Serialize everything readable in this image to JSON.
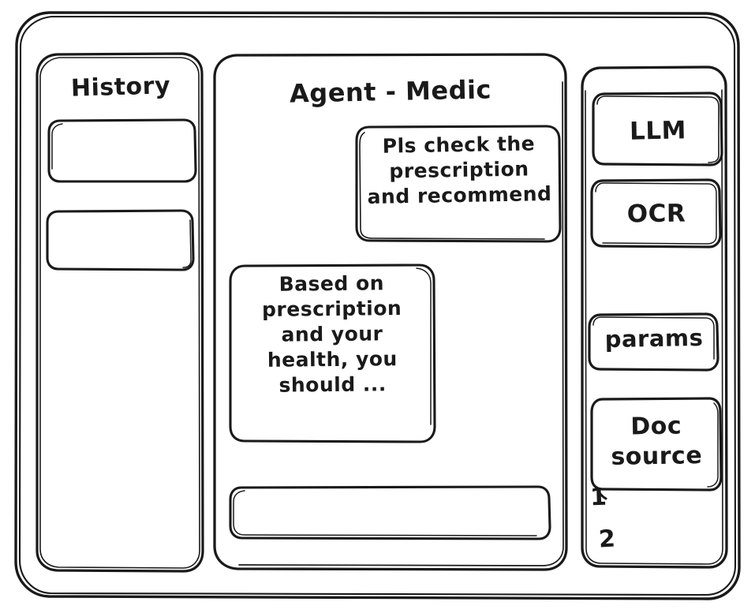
{
  "window": {
    "kind": "hand-drawn-wireframe",
    "ink_color": "#1a1a1a",
    "paper_color": "#ffffff"
  },
  "sidebar": {
    "title": "History",
    "items": [
      {
        "label": "",
        "name": "history-item-1"
      },
      {
        "label": "",
        "name": "history-item-2"
      }
    ]
  },
  "main": {
    "title": "Agent - Medic",
    "messages": [
      {
        "role": "user",
        "text": "Pls check the\nprescription\nand recommend"
      },
      {
        "role": "agent",
        "text": "Based on\nprescription\nand your\nhealth, you\nshould ..."
      }
    ],
    "composer": {
      "value": "",
      "placeholder": ""
    }
  },
  "tools": {
    "buttons": [
      {
        "label": "LLM",
        "name": "llm-button"
      },
      {
        "label": "OCR",
        "name": "ocr-button"
      },
      {
        "label": "params",
        "name": "params-button"
      },
      {
        "label": "Doc\nsource",
        "name": "doc-source-button"
      }
    ],
    "sources": [
      {
        "label": "1"
      },
      {
        "label": "2"
      }
    ]
  }
}
